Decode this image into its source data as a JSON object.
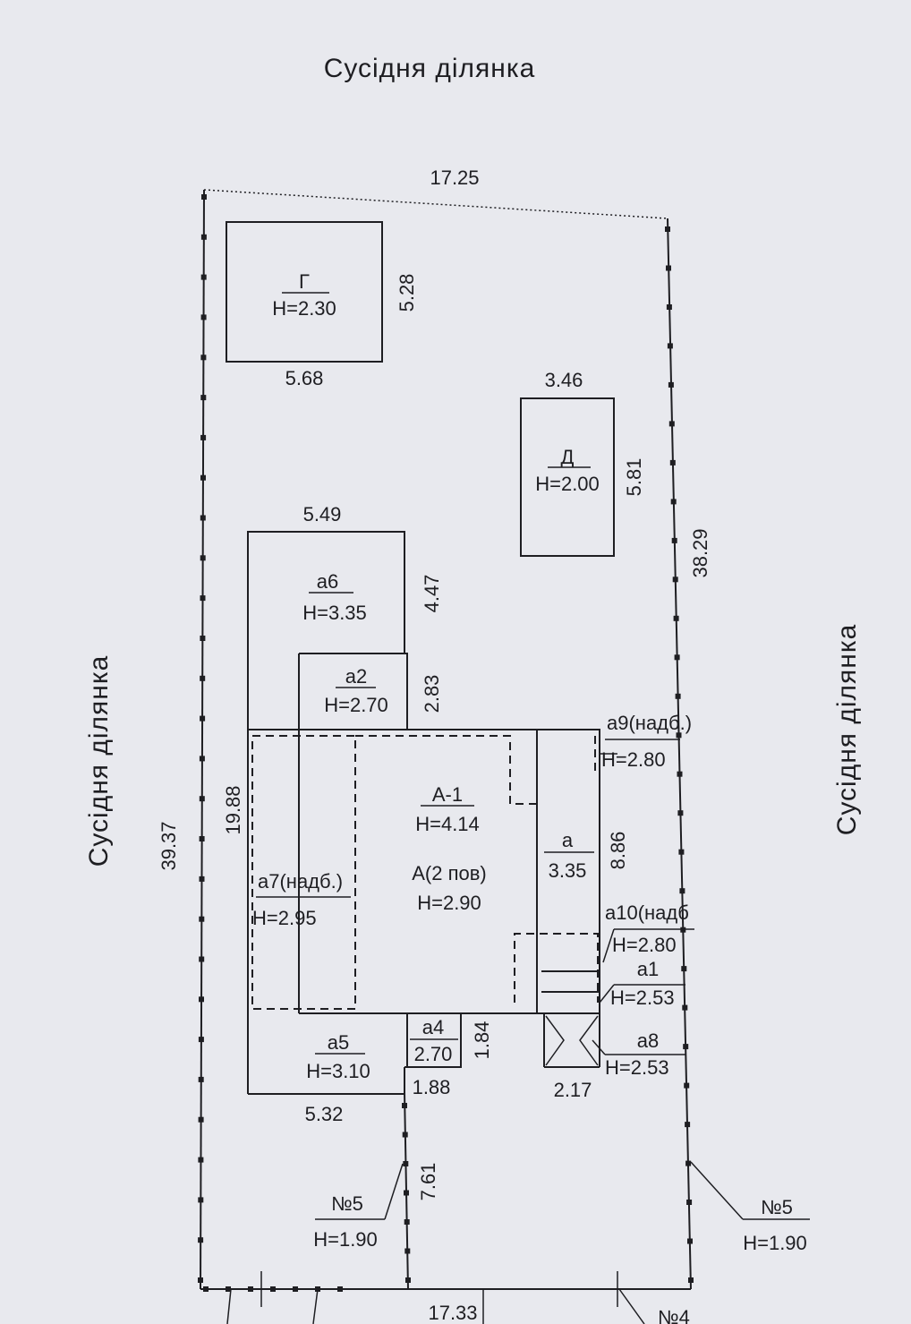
{
  "neighbors": {
    "top": "Сусідня ділянка",
    "left": "Сусідня ділянка",
    "right": "Сусідня ділянка"
  },
  "dimensions": {
    "top": "17.25",
    "left": "39.37",
    "right": "38.29",
    "bottom": "17.33",
    "left_inner": "19.88",
    "g_width": "5.68",
    "g_height": "5.28",
    "d_width": "3.46",
    "d_height": "5.81",
    "a6_width": "5.49",
    "a6_height": "4.47",
    "a2_height": "2.83",
    "a_height": "8.86",
    "a4_height": "1.84",
    "a4_width": "1.88",
    "a5_width": "5.32",
    "a8_width": "2.17",
    "fence_left": "7.61"
  },
  "buildings": {
    "g": {
      "name": "Г",
      "height": "H=2.30"
    },
    "d": {
      "name": "Д",
      "height": "H=2.00"
    },
    "a6": {
      "name": "а6",
      "height": "H=3.35"
    },
    "a2": {
      "name": "а2",
      "height": "H=2.70"
    },
    "a9": {
      "name": "а9(надб.)",
      "height": "H=2.80"
    },
    "a1m": {
      "name": "А-1",
      "height": "H=4.14"
    },
    "a": {
      "name": "а",
      "height": "3.35"
    },
    "a7": {
      "name": "а7(надб.)",
      "height": "H=2.95"
    },
    "a_main": {
      "name": "А(2 пов)",
      "height": "H=2.90"
    },
    "a10": {
      "name": "а10(надб",
      "height": "H=2.80"
    },
    "a1": {
      "name": "а1",
      "height": "H=2.53"
    },
    "a8": {
      "name": "а8",
      "height": "H=2.53"
    },
    "a5": {
      "name": "а5",
      "height": "H=3.10"
    },
    "a4": {
      "name": "а4",
      "height": "2.70"
    }
  },
  "fences": {
    "left": {
      "name": "№5",
      "height": "H=1.90"
    },
    "right": {
      "name": "№5",
      "height": "H=1.90"
    },
    "bottom_partial": "№4"
  }
}
